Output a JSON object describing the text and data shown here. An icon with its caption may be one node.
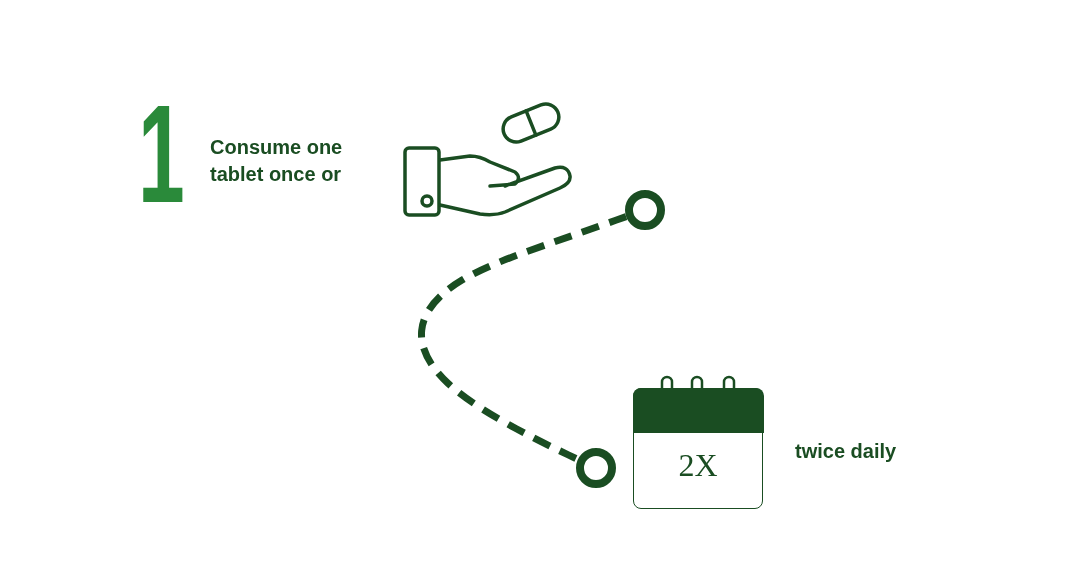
{
  "diagram": {
    "nodes": [
      {
        "text": [],
        "shape": "circle"
      },
      {
        "text": [],
        "shape": "circle"
      },
      {
        "text": [
          "2X"
        ]
      }
    ],
    "edges": [
      {
        "from": 0,
        "to": 1,
        "arrow": "none",
        "style": "dashed"
      }
    ],
    "labels": [
      "1",
      "Consume one tablet once or",
      "twice daily"
    ]
  }
}
